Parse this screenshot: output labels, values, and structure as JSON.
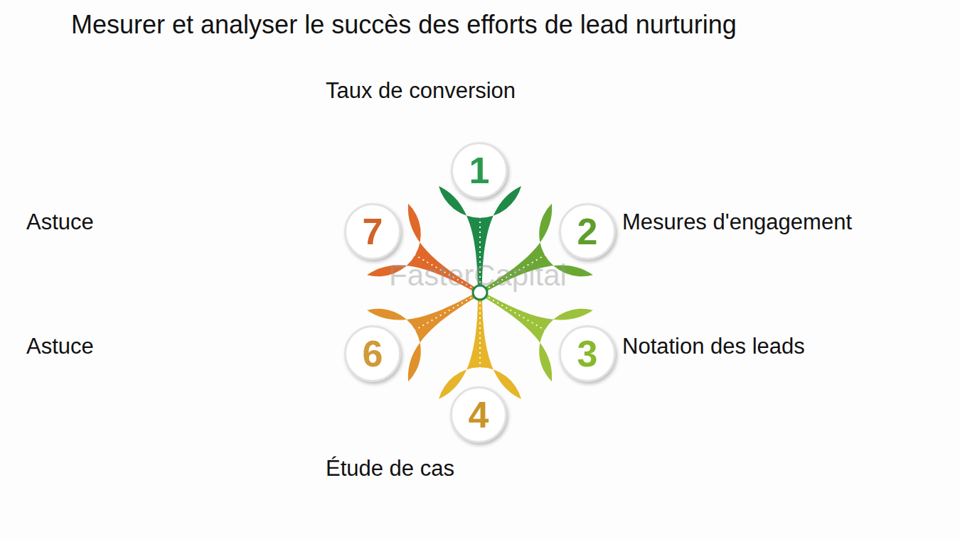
{
  "diagram": {
    "title": "Mesurer et analyser le succès des efforts de lead nurturing",
    "nodes": [
      {
        "text": [
          "1"
        ]
      },
      {
        "text": [
          "2"
        ]
      },
      {
        "text": [
          "3"
        ]
      },
      {
        "text": [
          "4"
        ]
      },
      {
        "text": [
          "6"
        ]
      },
      {
        "text": [
          "7"
        ]
      }
    ],
    "labels": [
      "Taux de conversion",
      "Mesures d'engagement",
      "Notation des leads",
      "Étude de cas",
      "Astuce",
      "Astuce",
      "FasterCapital"
    ]
  }
}
